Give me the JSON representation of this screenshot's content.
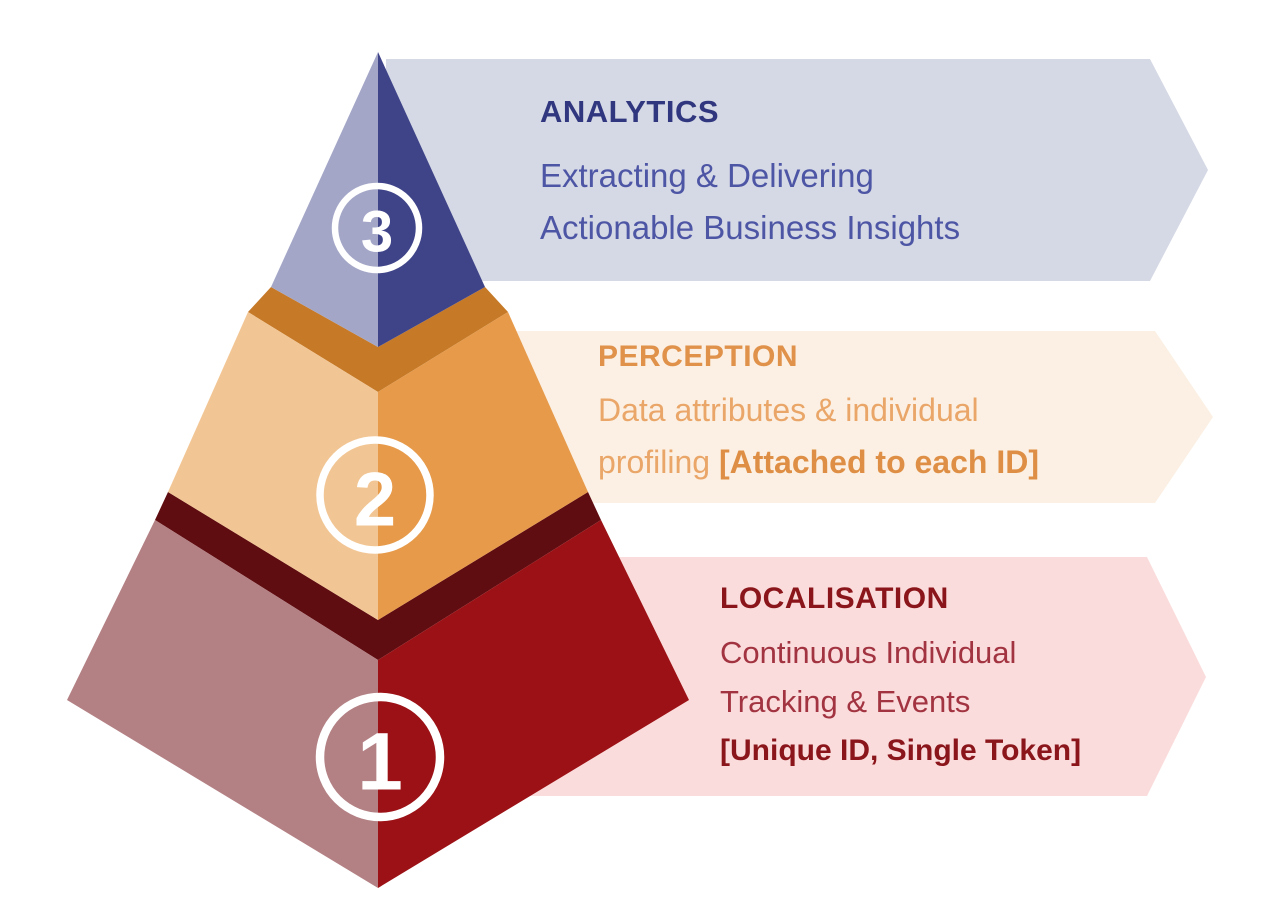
{
  "diagram": {
    "type": "pyramid-3-levels",
    "banners": {
      "analytics": {
        "title": "ANALYTICS",
        "line1": "Extracting & Delivering",
        "line2": "Actionable Business Insights"
      },
      "perception": {
        "title": "PERCEPTION",
        "line1": "Data attributes & individual",
        "line2_regular": "profiling",
        "line2_bold": "[Attached to each ID]"
      },
      "localisation": {
        "title": "LOCALISATION",
        "line1": "Continuous Individual",
        "line2": "Tracking & Events",
        "line3_bold": "[Unique ID, Single Token]"
      }
    },
    "pyramid": {
      "levels": [
        {
          "number": "1",
          "label": "localisation"
        },
        {
          "number": "2",
          "label": "perception"
        },
        {
          "number": "3",
          "label": "analytics"
        }
      ]
    }
  },
  "colors": {
    "banner_analytics_bg": "#d5d9e5",
    "banner_perception_bg": "#fbf0e3",
    "banner_localisation_bg": "#fbdcdc",
    "level3_left": "#a3a6c7",
    "level3_right": "#3f4489",
    "level2_top": "#c67a28",
    "level2_left": "#f2c694",
    "level2_right": "#e69a4a",
    "level1_top": "#600d11",
    "level1_left": "#b38084",
    "level1_right": "#9c1115",
    "analytics_title_text": "#31377f",
    "analytics_body_text": "#4d55a5",
    "perception_title_text": "#e0914a",
    "perception_body_text": "#eaa668",
    "localisation_title_text": "#8a151a",
    "localisation_body_text": "#a23340",
    "circle_number": "#ffffff"
  }
}
